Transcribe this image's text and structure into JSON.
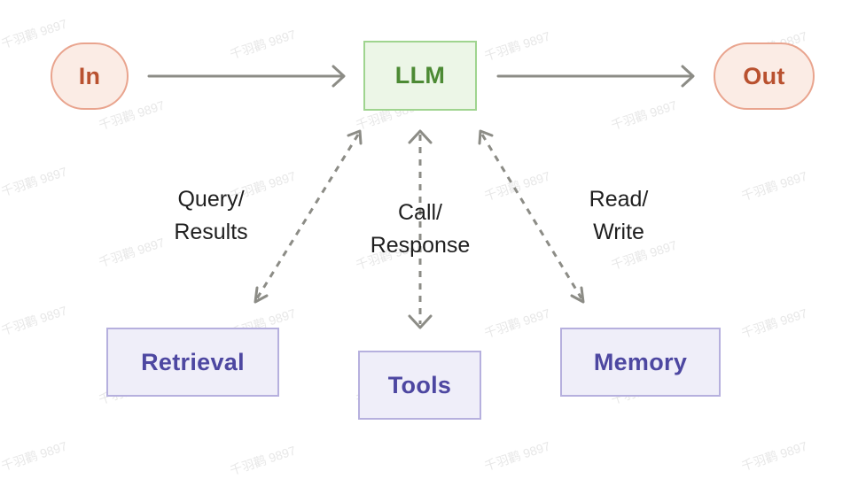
{
  "nodes": {
    "input": "In",
    "llm": "LLM",
    "output": "Out",
    "retrieval": "Retrieval",
    "tools": "Tools",
    "memory": "Memory"
  },
  "edge_labels": {
    "retrieval": [
      "Query/",
      "Results"
    ],
    "tools": [
      "Call/",
      "Response"
    ],
    "memory": [
      "Read/",
      "Write"
    ]
  },
  "watermark": "千羽鹳 9897",
  "colors": {
    "io_fill": "#fbece5",
    "io_border": "#e9a48e",
    "io_text": "#b9512f",
    "llm_fill": "#ecf6e7",
    "llm_border": "#9fd48f",
    "llm_text": "#4c8a34",
    "aux_fill": "#efeef9",
    "aux_border": "#b6b0de",
    "aux_text": "#4d47a1",
    "arrow": "#8c8c86"
  }
}
